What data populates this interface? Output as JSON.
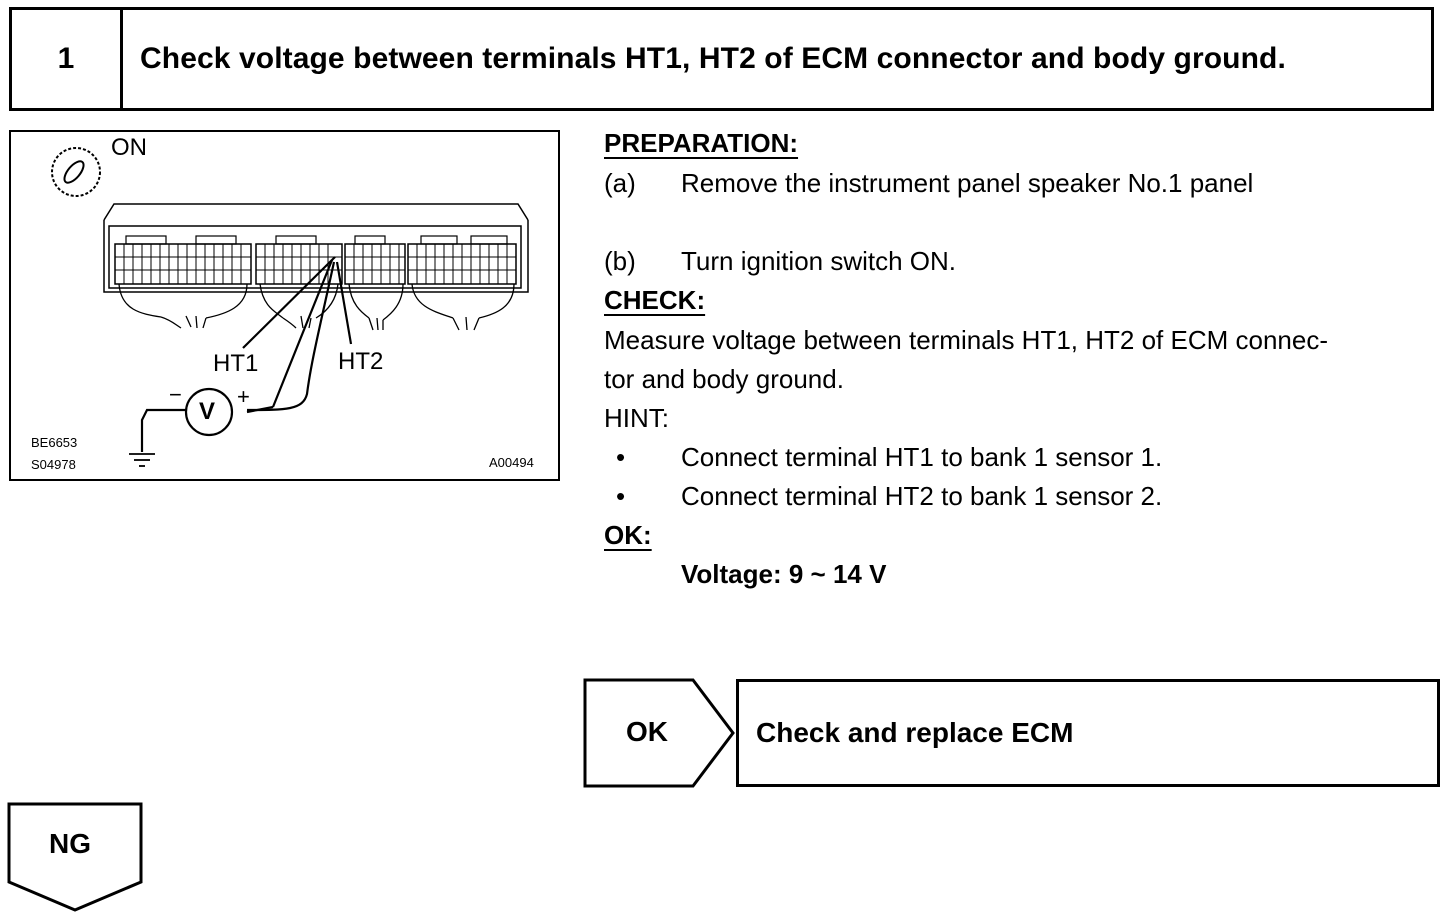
{
  "step": {
    "number": "1",
    "title": "Check voltage between terminals HT1, HT2 of ECM connector and body ground."
  },
  "figure": {
    "switch_label": "ON",
    "terminal_1": "HT1",
    "terminal_2": "HT2",
    "meter_symbol": "V",
    "minus": "−",
    "plus": "+",
    "code_1": "BE6653",
    "code_2": "S04978",
    "code_3": "A00494",
    "icons": [
      "ignition-switch-icon",
      "voltmeter-icon",
      "ground-icon"
    ]
  },
  "preparation": {
    "heading": "PREPARATION:",
    "steps": [
      {
        "label": "(a)",
        "text": "Remove the instrument panel speaker No.1 panel"
      },
      {
        "label": "(b)",
        "text": "Turn ignition switch ON."
      }
    ]
  },
  "check": {
    "heading": "CHECK:",
    "line_1": "Measure voltage between terminals HT1, HT2 of ECM connec-",
    "line_2": "tor and body ground.",
    "hint_label": "HINT:",
    "bullets": [
      {
        "symbol": "•",
        "text": "Connect terminal HT1 to bank 1 sensor 1."
      },
      {
        "symbol": "•",
        "text": "Connect terminal HT2 to bank 1 sensor 2."
      }
    ]
  },
  "ok": {
    "heading": "OK:",
    "spec": "Voltage: 9 ~ 14 V"
  },
  "flow": {
    "ok_label": "OK",
    "ok_result": "Check and replace ECM",
    "ng_label": "NG"
  }
}
